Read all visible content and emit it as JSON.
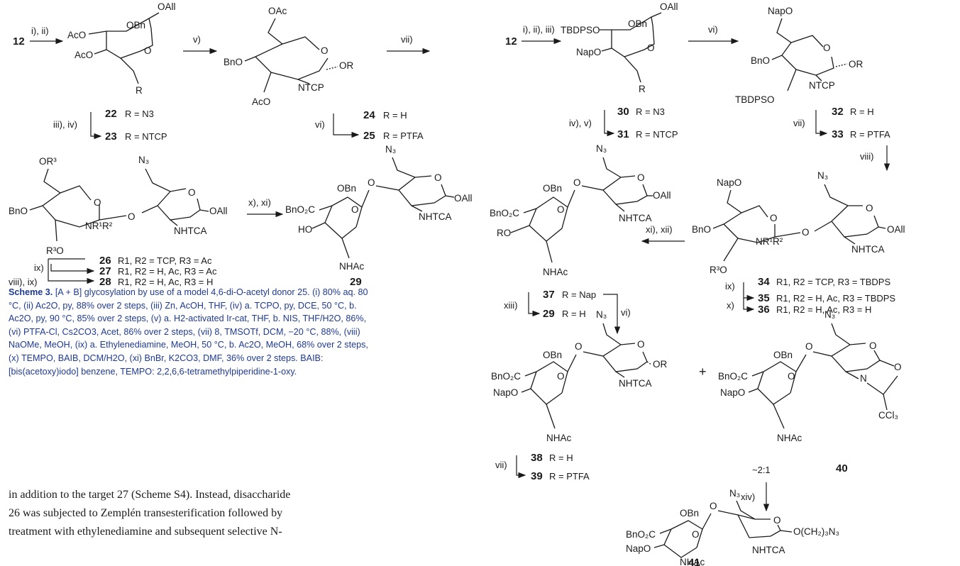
{
  "left_scheme": {
    "start": "12",
    "step_top_1": "i), ii)",
    "c22": "22",
    "c22_r": "R = N3",
    "step_22_23": "iii), iv)",
    "c23": "23",
    "c23_r": "R = NTCP",
    "step_top_2": "v)",
    "c24": "24",
    "c24_r": "R = H",
    "step_24_25": "vi)",
    "c25": "25",
    "c25_r": "R = PTFA",
    "step_top_3": "vii)",
    "c26": "26",
    "c26_r": "R1, R2 = TCP, R3 = Ac",
    "c27": "27",
    "c27_r": "R1, R2 = H, Ac, R3 = Ac",
    "c28": "28",
    "c28_r": "R1, R2 = H, Ac, R3 = H",
    "step_ix": "ix)",
    "step_viii_ix": "viii), ix)",
    "step_x_xi": "x), xi)",
    "c29": "29"
  },
  "right_scheme": {
    "start": "12",
    "step_1": "i), ii), iii)",
    "c30": "30",
    "c30_r": "R = N3",
    "step_30_31": "iv), v)",
    "c31": "31",
    "c31_r": "R = NTCP",
    "step_vi": "vi)",
    "c32": "32",
    "c32_r": "R = H",
    "step_32_33": "vii)",
    "c33": "33",
    "c33_r": "R = PTFA",
    "step_viii": "viii)",
    "c34": "34",
    "c34_r": "R1, R2 = TCP,   R3 = TBDPS",
    "c35": "35",
    "c35_r": "R1, R2 = H, Ac, R3 = TBDPS",
    "c36": "36",
    "c36_r": "R1, R2 = H, Ac, R3 = H",
    "step_ix": "ix)",
    "step_x": "x)",
    "step_xi_xii": "xi), xii)",
    "c37": "37",
    "c37_r": "R = Nap",
    "step_xiii": "xiii)",
    "c29": "29",
    "c29_r": "R = H",
    "step_vi_2": "vi)",
    "c38": "38",
    "c38_r": "R = H",
    "step_vii_2": "vii)",
    "c39": "39",
    "c39_r": "R = PTFA",
    "plus": "+",
    "c40": "40",
    "ratio": "~2:1",
    "step_xiv": "xiv)",
    "c41": "41"
  },
  "caption": {
    "label": "Scheme 3.",
    "text": "[A + B] glycosylation by use of a model 4,6-di-O-acetyl donor 25. (i) 80% aq. 80 °C, (ii) Ac2O, py, 88% over 2 steps, (iii) Zn, AcOH, THF, (iv) a. TCPO, py, DCE, 50 °C, b. Ac2O, py, 90 °C, 85% over 2 steps, (v) a. H2-activated Ir-cat, THF, b. NIS, THF/H2O, 86%, (vi) PTFA-Cl, Cs2CO3, Acet, 86% over 2 steps, (vii) 8, TMSOTf, DCM, −20 °C, 88%, (viii) NaOMe, MeOH, (ix) a. Ethylenediamine, MeOH, 50 °C, b. Ac2O, MeOH, 68% over 2 steps, (x) TEMPO, BAIB, DCM/H2O, (xi) BnBr, K2CO3, DMF, 36% over 2 steps. BAIB: [bis(acetoxy)iodo] benzene, TEMPO: 2,2,6,6-tetramethylpiperidine-1-oxy."
  },
  "body": {
    "line1": "in addition to the target 27 (Scheme S4). Instead, disaccharide",
    "line2": "26 was subjected to Zemplén transesterification followed by",
    "line3": "treatment with ethylenediamine and subsequent selective N-"
  }
}
